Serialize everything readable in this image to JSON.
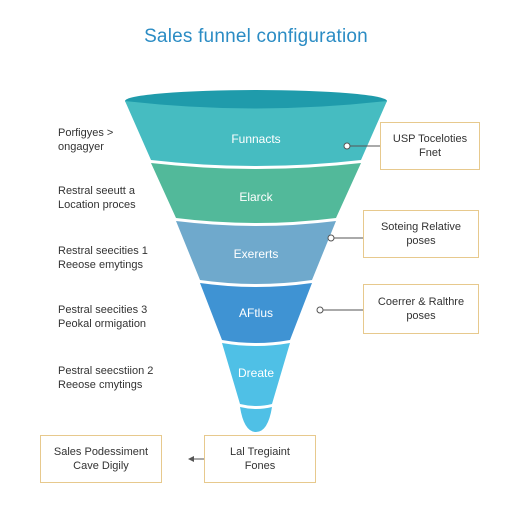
{
  "title": "Sales funnel configuration",
  "stages": [
    {
      "label": "Funnacts",
      "color": "#46bcc1"
    },
    {
      "label": "Elarck",
      "color": "#52b99a"
    },
    {
      "label": "Exererts",
      "color": "#6fa9cc"
    },
    {
      "label": "AFtlus",
      "color": "#3f93d3"
    },
    {
      "label": "Dreate",
      "color": "#4fc0e6"
    }
  ],
  "left_notes": [
    {
      "line1": "Porfigyes >",
      "line2": "ongagyer"
    },
    {
      "line1": "Restral seeutt a",
      "line2": "Location proces"
    },
    {
      "line1": "Restral seecities 1",
      "line2": "Reeose emytings"
    },
    {
      "line1": "Pestral seecities 3",
      "line2": "Peokal ormigation"
    },
    {
      "line1": "Pestral seecstiion 2",
      "line2": "Reeose cmytings"
    }
  ],
  "callouts": {
    "right_1": {
      "line1": "USP Toceloties",
      "line2": "Fnet"
    },
    "right_2": {
      "line1": "Soteing Relative",
      "line2": "poses"
    },
    "right_3": {
      "line1": "Coerrer & Ralthre",
      "line2": "poses"
    },
    "bottom_center": {
      "line1": "Lal Tregiaint",
      "line2": "Fones"
    },
    "bottom_left": {
      "line1": "Sales Podessiment",
      "line2": "Cave Digily"
    }
  }
}
